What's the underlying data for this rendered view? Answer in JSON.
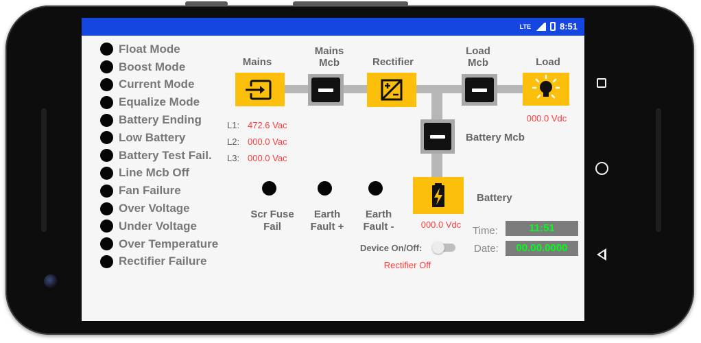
{
  "status_bar": {
    "time": "8:51",
    "network": "LTE"
  },
  "status_indicators": [
    "Float Mode",
    "Boost Mode",
    "Current Mode",
    "Equalize Mode",
    "Battery Ending",
    "Low Battery",
    "Battery Test Fail.",
    "Line Mcb Off",
    "Fan Failure",
    "Over Voltage",
    "Under Voltage",
    "Over Temperature",
    "Rectifier Failure"
  ],
  "diagram": {
    "mains_label": "Mains",
    "mains_mcb_label": "Mains\nMcb",
    "rectifier_label": "Rectifier",
    "load_mcb_label": "Load\nMcb",
    "load_label": "Load",
    "battery_mcb_label": "Battery Mcb",
    "battery_label": "Battery",
    "load_voltage": "000.0 Vdc",
    "battery_voltage": "000.0 Vdc",
    "phases": [
      {
        "name": "L1:",
        "value": "472.6 Vac"
      },
      {
        "name": "L2:",
        "value": "000.0 Vac"
      },
      {
        "name": "L3:",
        "value": "000.0 Vac"
      }
    ]
  },
  "faults": [
    {
      "label": "Scr Fuse\nFail"
    },
    {
      "label": "Earth\nFault +"
    },
    {
      "label": "Earth\nFault -"
    }
  ],
  "clock": {
    "time_label": "Time:",
    "time_value": "11:51",
    "date_label": "Date:",
    "date_value": "00.00.0000"
  },
  "device": {
    "label": "Device On/Off:",
    "state_text": "Rectifier Off"
  },
  "colors": {
    "accent_yellow": "#fbbf0c",
    "status_blue": "#1546e0",
    "alert_red": "#ff3a3a",
    "value_green": "#00ff19"
  }
}
